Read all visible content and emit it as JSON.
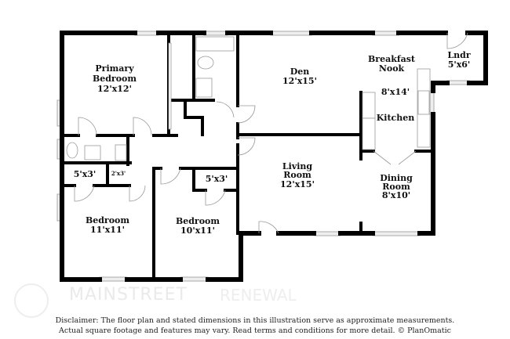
{
  "rooms": {
    "primary_bedroom": {
      "name": "Primary\nBedroom",
      "line1": "Primary",
      "line2": "Bedroom",
      "dims": "12'x12'"
    },
    "den": {
      "name": "Den",
      "dims": "12'x15'"
    },
    "breakfast_nook": {
      "line1": "Breakfast",
      "line2": "Nook",
      "dims": "8'x14'"
    },
    "laundry": {
      "name": "Lndr",
      "dims": "5'x6'"
    },
    "kitchen": {
      "name": "Kitchen"
    },
    "living_room": {
      "line1": "Living",
      "line2": "Room",
      "dims": "12'x15'"
    },
    "dining_room": {
      "line1": "Dining",
      "line2": "Room",
      "dims": "8'x10'"
    },
    "closet_left": {
      "dims": "5'x3'"
    },
    "closet_small": {
      "dims": "2'x3'"
    },
    "closet_right": {
      "dims": "5'x3'"
    },
    "bedroom_2": {
      "name": "Bedroom",
      "dims": "11'x11'"
    },
    "bedroom_3": {
      "name": "Bedroom",
      "dims": "10'x11'"
    }
  },
  "watermark": {
    "line1": "MAINSTREET",
    "line2": "RENEWAL"
  },
  "disclaimer": {
    "line1": "Disclaimer: The floor plan and stated dimensions in this illustration serve as approximate measurements.",
    "line2": "Actual square footage and features may vary. Read terms and conditions for more detail. © PlanOmatic"
  }
}
